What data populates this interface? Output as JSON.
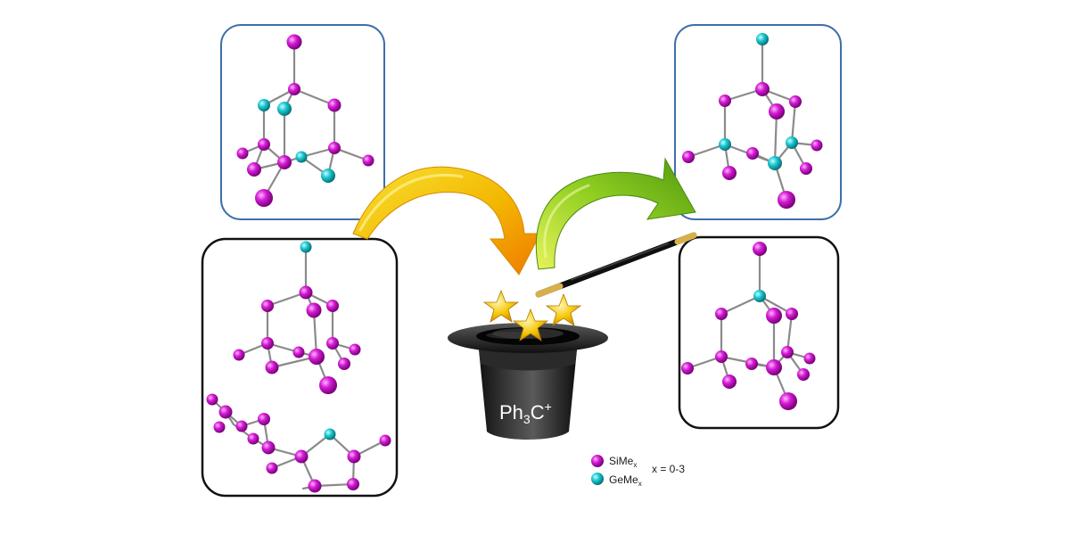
{
  "colors": {
    "si": "#d419d4",
    "ge": "#19c9d2",
    "bond": "#8a8a8a",
    "blue_frame": "#3f6fa8",
    "black_frame": "#111111",
    "arrow_yellow": "#f2c400",
    "arrow_orange": "#f08a00",
    "arrow_green": "#7cc21a",
    "star": "#f5c400",
    "hat": "#1b1b1b"
  },
  "hat": {
    "label_main": "Ph",
    "label_sub": "3",
    "label_c": "C",
    "label_sup": "+"
  },
  "legend": {
    "si_label": "SiMe",
    "ge_label": "GeMe",
    "subscript": "x",
    "range": "x = 0-3"
  },
  "icons": [
    "si-atom-icon",
    "ge-atom-icon",
    "star-icon",
    "magic-wand-icon",
    "top-hat-icon",
    "curved-arrow-icon"
  ]
}
